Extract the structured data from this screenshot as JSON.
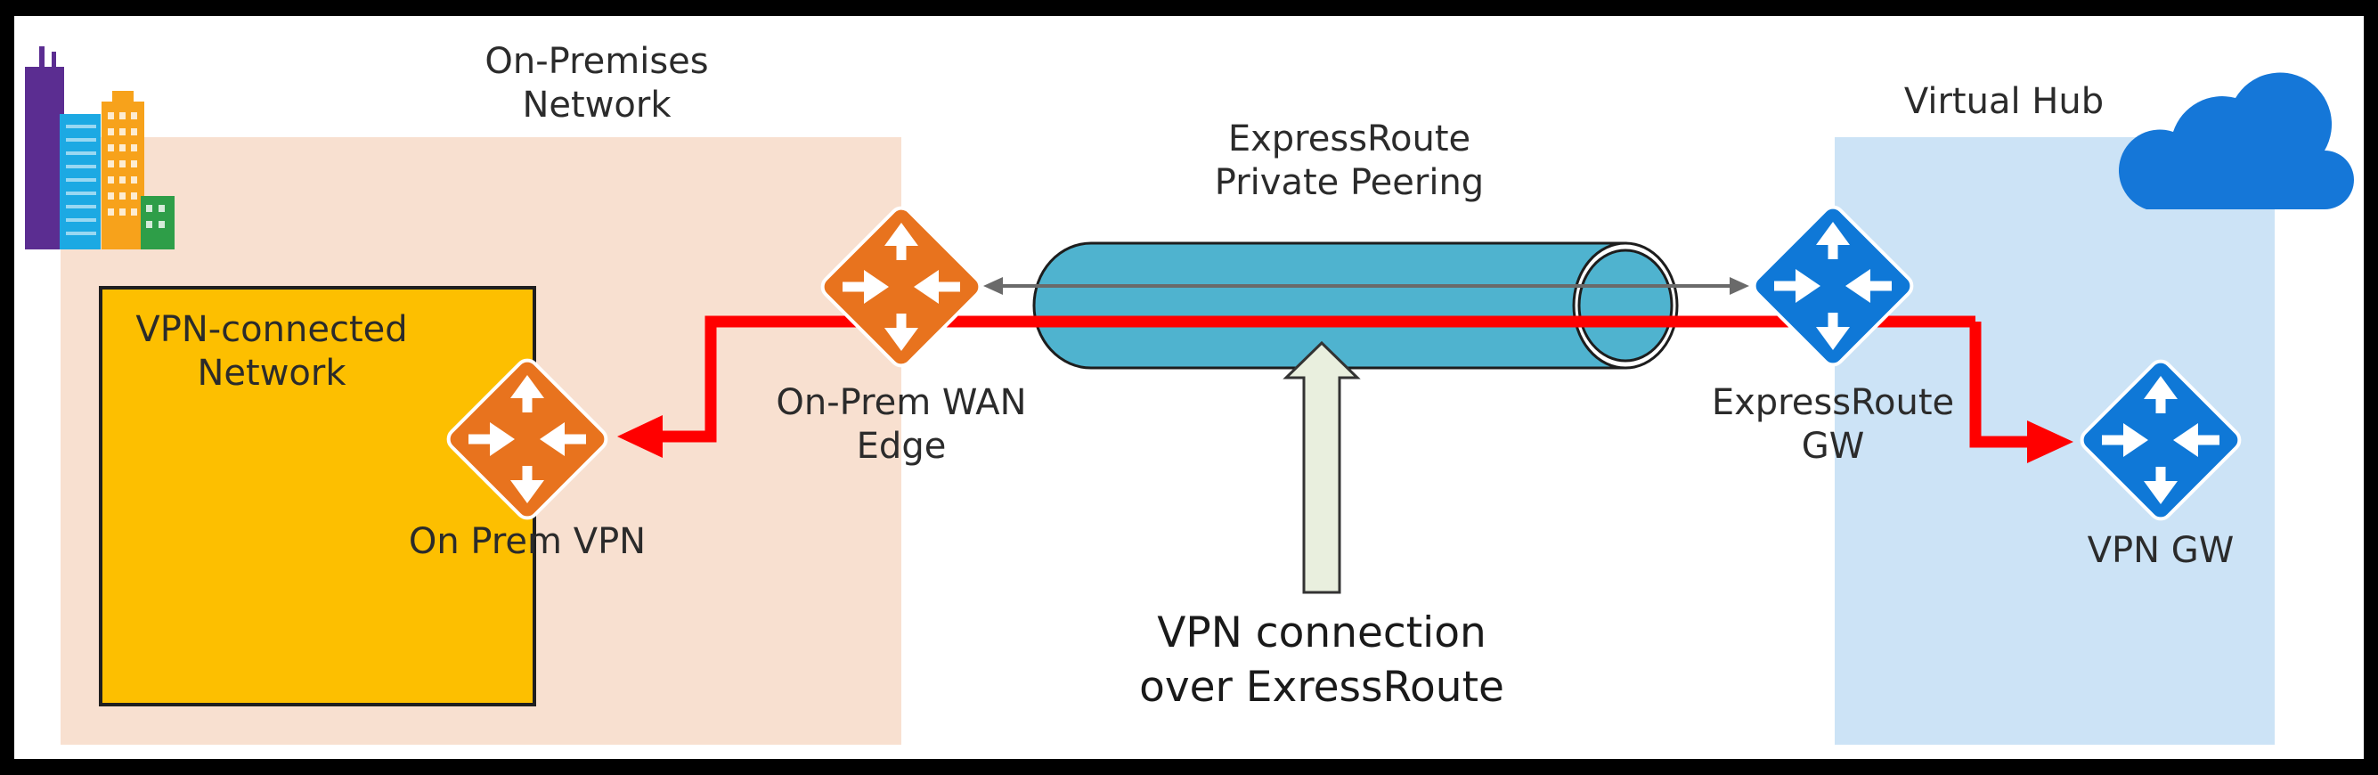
{
  "labels": {
    "on_premises_line1": "On-Premises",
    "on_premises_line2": "Network",
    "virtual_hub": "Virtual Hub",
    "expressroute_line1": "ExpressRoute",
    "expressroute_line2": "Private Peering",
    "vpn_network_line1": "VPN-connected",
    "vpn_network_line2": "Network",
    "on_prem_wan_line1": "On-Prem WAN",
    "on_prem_wan_line2": "Edge",
    "on_prem_vpn": "On Prem VPN",
    "er_gw_line1": "ExpressRoute",
    "er_gw_line2": "GW",
    "vpn_gw": "VPN GW",
    "caption_line1": "VPN connection",
    "caption_line2": "over ExressRoute"
  },
  "colors": {
    "frame": "#000000",
    "canvas": "#ffffff",
    "on_premises_zone": "#f8e0d0",
    "virtual_hub_zone": "#cce3f6",
    "vpn_network_box": "#fdbf00",
    "router_orange": "#e8731e",
    "router_blue": "#0f78d7",
    "pipe": "#4fb3cf",
    "tunnel": "#ff0000",
    "up_arrow": "#e9efde",
    "cloud": "#1577d8"
  },
  "icons": {
    "buildings": "office-buildings-icon",
    "cloud": "azure-cloud-icon",
    "router": "router-icon"
  }
}
